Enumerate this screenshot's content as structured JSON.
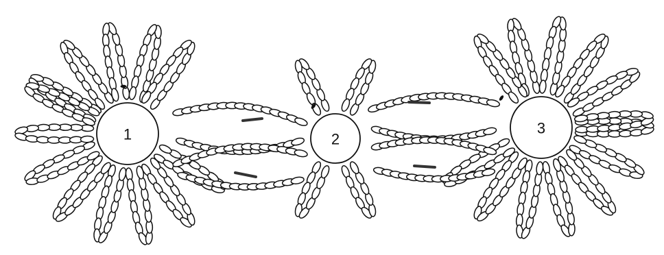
{
  "diagram": {
    "rings": [
      {
        "label": "1"
      },
      {
        "label": "2"
      },
      {
        "label": "3"
      }
    ],
    "colors": {
      "stroke": "#111111",
      "fill": "#ffffff",
      "join": "#333333"
    }
  }
}
